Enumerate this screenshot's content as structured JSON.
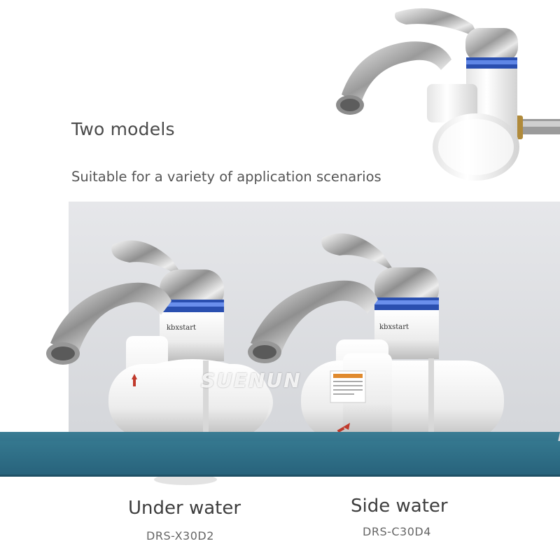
{
  "heading": "Two models",
  "subheading": "Suitable for a variety of application scenarios",
  "watermark": "SUENUN",
  "brand": "kbxstart",
  "models": [
    {
      "name": "Under water",
      "code": "DRS-X30D2"
    },
    {
      "name": "Side water",
      "code": "DRS-C30D4"
    }
  ],
  "colors": {
    "shelf": "#2f6f88",
    "panel": "#dcdde0",
    "accent_ring": "#2a4fb0"
  }
}
